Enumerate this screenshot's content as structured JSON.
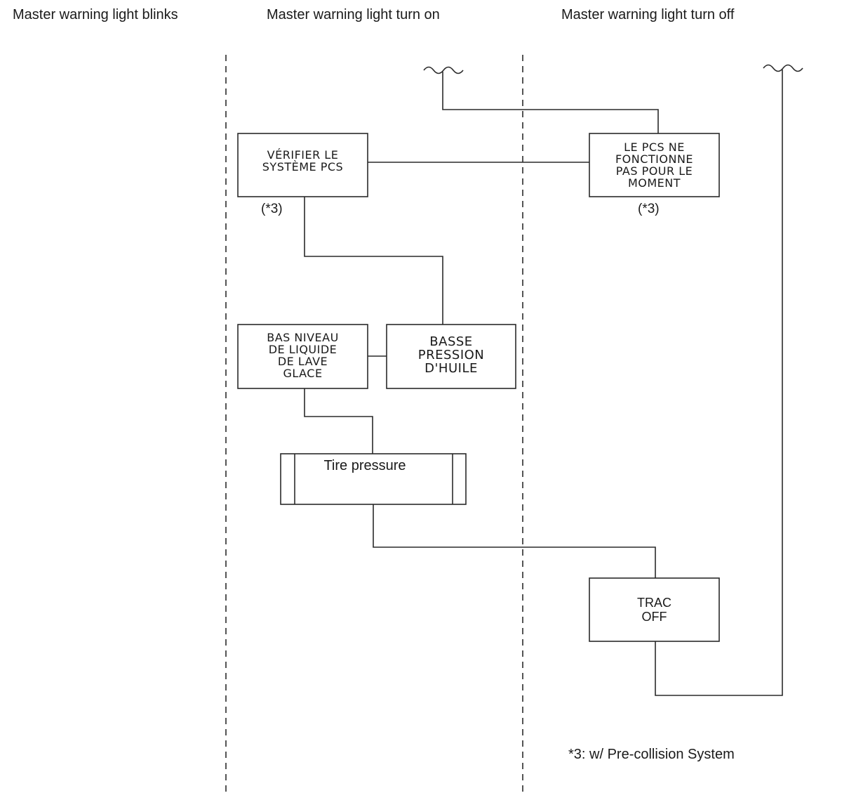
{
  "headers": {
    "blinks": "Master warning light blinks",
    "turn_on": "Master warning light turn on",
    "turn_off": "Master warning light turn off"
  },
  "boxes": {
    "verifier": {
      "lines": [
        "VÉRIFIER LE",
        "SYSTÈME PCS"
      ],
      "note": "(*3)"
    },
    "le_pcs": {
      "lines": [
        "LE PCS NE",
        "FONCTIONNE",
        "PAS POUR LE",
        "MOMENT"
      ],
      "note": "(*3)"
    },
    "bas_niveau": {
      "lines": [
        "BAS NIVEAU",
        "DE LIQUIDE",
        "DE LAVE",
        "GLACE"
      ]
    },
    "basse_pression": {
      "lines": [
        "BASSE",
        "PRESSION",
        "D'HUILE"
      ]
    },
    "tire_pressure": {
      "label": "Tire pressure"
    },
    "trac_off": {
      "lines": [
        "TRAC",
        "OFF"
      ]
    }
  },
  "footnote": "*3: w/ Pre-collision System",
  "colors": {
    "line": "#2a2a2a",
    "text": "#1a1a1a"
  }
}
